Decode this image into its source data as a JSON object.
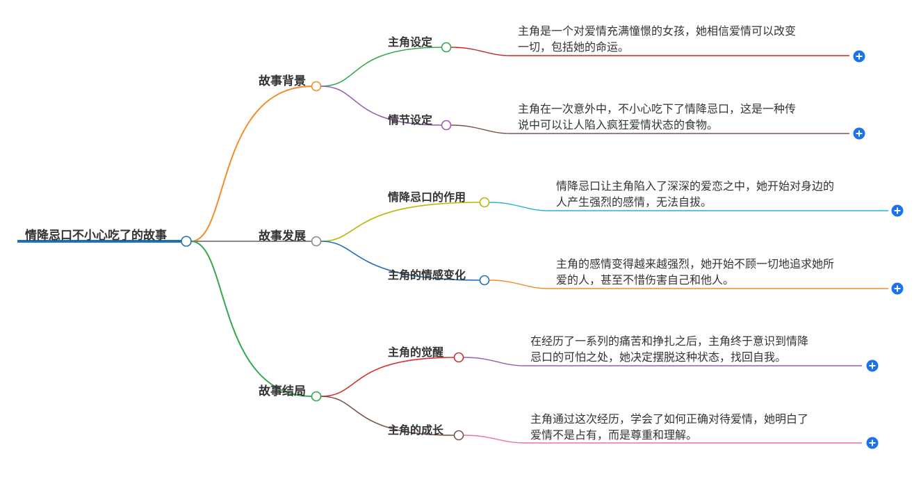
{
  "colors": {
    "root_bar": "#1f6fb4",
    "root_to_bg": "#f28c28",
    "root_to_dev": "#888888",
    "root_to_end": "#2fa84f",
    "bg_to_role": "#2fa84f",
    "bg_to_plot": "#9b59b6",
    "dev_to_effect": "#b8b800",
    "dev_to_emotion": "#1f6fb4",
    "end_to_awake": "#d32f2f",
    "end_to_growth": "#795548",
    "leaf_role": "#c62828",
    "leaf_plot": "#795548",
    "leaf_effect": "#26b4d0",
    "leaf_emotion": "#f28c28",
    "leaf_awake": "#9b59b6",
    "leaf_growth": "#f06eaa",
    "plus_button": "#1a73e8"
  },
  "root": {
    "label": "情降忌口不小心吃了的故事"
  },
  "branches": [
    {
      "label": "故事背景",
      "children": [
        {
          "label": "主角设定",
          "lines": [
            "主角是一个对爱情充满憧憬的女孩，她相信爱情可以改变",
            "一切，包括她的命运。"
          ]
        },
        {
          "label": "情节设定",
          "lines": [
            "主角在一次意外中，不小心吃下了情降忌口，这是一种传",
            "说中可以让人陷入疯狂爱情状态的食物。"
          ]
        }
      ]
    },
    {
      "label": "故事发展",
      "children": [
        {
          "label": "情降忌口的作用",
          "lines": [
            "情降忌口让主角陷入了深深的爱恋之中，她开始对身边的",
            "人产生强烈的感情，无法自拔。"
          ]
        },
        {
          "label": "主角的情感变化",
          "lines": [
            "主角的感情变得越来越强烈，她开始不顾一切地追求她所",
            "爱的人，甚至不惜伤害自己和他人。"
          ]
        }
      ]
    },
    {
      "label": "故事结局",
      "children": [
        {
          "label": "主角的觉醒",
          "lines": [
            "在经历了一系列的痛苦和挣扎之后，主角终于意识到情降",
            "忌口的可怕之处，她决定摆脱这种状态，找回自我。"
          ]
        },
        {
          "label": "主角的成长",
          "lines": [
            "主角通过这次经历，学会了如何正确对待爱情，她明白了",
            "爱情不是占有，而是尊重和理解。"
          ]
        }
      ]
    }
  ]
}
